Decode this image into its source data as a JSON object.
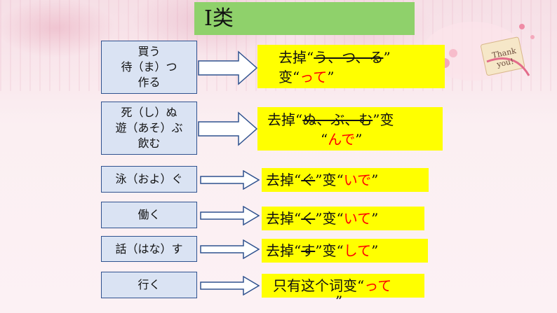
{
  "title": "Ⅰ类",
  "rows": [
    {
      "word_lines": [
        "買う",
        "待（ま）つ",
        "作る"
      ],
      "rule": {
        "prefix": "去掉“",
        "struck": "う、つ、る",
        "middle": "”",
        "line2_prefix": "变“",
        "replacement": "って",
        "suffix": "”"
      }
    },
    {
      "word_lines": [
        "死（し）ぬ",
        "遊（あそ）ぶ",
        "飲む"
      ],
      "rule": {
        "prefix": "去掉“",
        "struck": "ぬ、ぶ、む",
        "middle": "”变",
        "line2_prefix": "“",
        "replacement": "んで",
        "suffix": "”"
      }
    },
    {
      "word_lines": [
        "泳（およ）ぐ"
      ],
      "rule": {
        "prefix": "去掉“",
        "struck": "ぐ",
        "middle": "”变“",
        "replacement": "いで",
        "suffix": "”"
      }
    },
    {
      "word_lines": [
        "働く"
      ],
      "rule": {
        "prefix": "去掉“",
        "struck": "く",
        "middle": "”变“",
        "replacement": "いて",
        "suffix": "”"
      }
    },
    {
      "word_lines": [
        "話（はな）す"
      ],
      "rule": {
        "prefix": "去掉“",
        "struck": "す",
        "middle": "”变“",
        "replacement": "して",
        "suffix": "”"
      }
    },
    {
      "word_lines": [
        "行く"
      ],
      "rule": {
        "prefix": "只有这个词变“",
        "replacement": "って",
        "overflow": "”"
      }
    }
  ],
  "colors": {
    "title_bg": "#8fd16b",
    "word_box_bg": "#dae3f3",
    "word_box_border": "#2f528f",
    "rule_bg": "#ffff00",
    "highlight": "#ff0000"
  }
}
